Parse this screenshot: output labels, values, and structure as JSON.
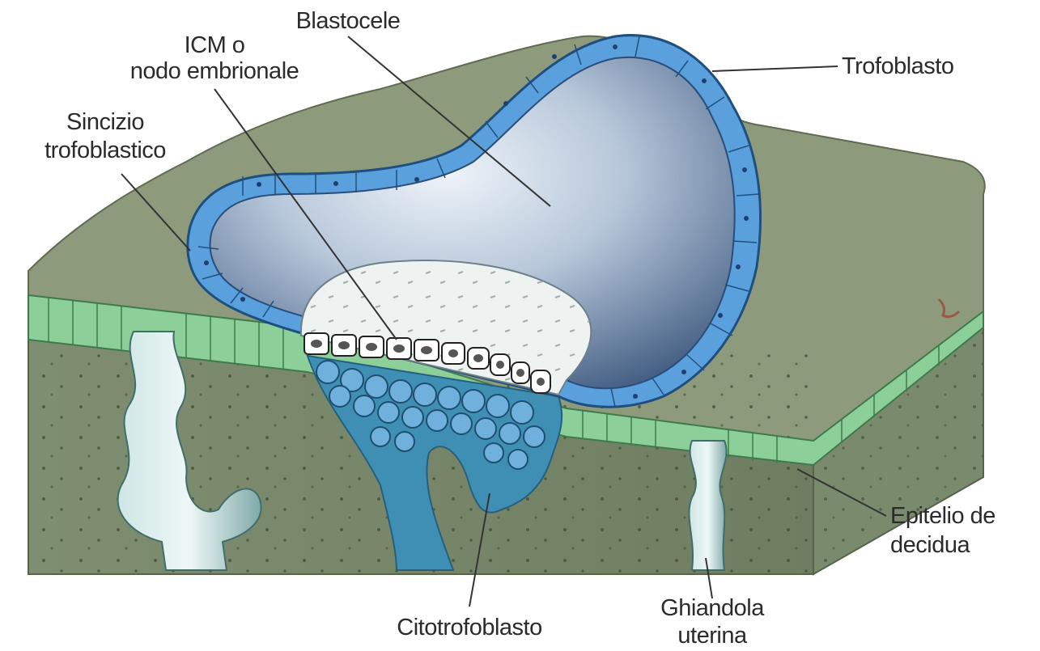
{
  "title": "",
  "labels": {
    "blastocele": "Blastocele",
    "icm_line1": "ICM o",
    "icm_line2": "nodo embrionale",
    "sincizio_line1": "Sincizio",
    "sincizio_line2": "trofoblastico",
    "trofoblasto": "Trofoblasto",
    "epitelio_line1": "Epitelio de",
    "epitelio_line2": "decidua",
    "citotrofoblasto": "Citotrofoblasto",
    "ghiandola_line1": "Ghiandola",
    "ghiandola_line2": "uterina"
  },
  "colors": {
    "tissue_top": "#8a9a7a",
    "tissue_side": "#7b8a6c",
    "epithelium": "#8fcf9a",
    "trophoblast": "#5aa0dc",
    "syncytium": "#3f8fb5",
    "cavity_light": "#e6edf4",
    "cavity_dark": "#4f6a90",
    "leader": "#333333"
  }
}
